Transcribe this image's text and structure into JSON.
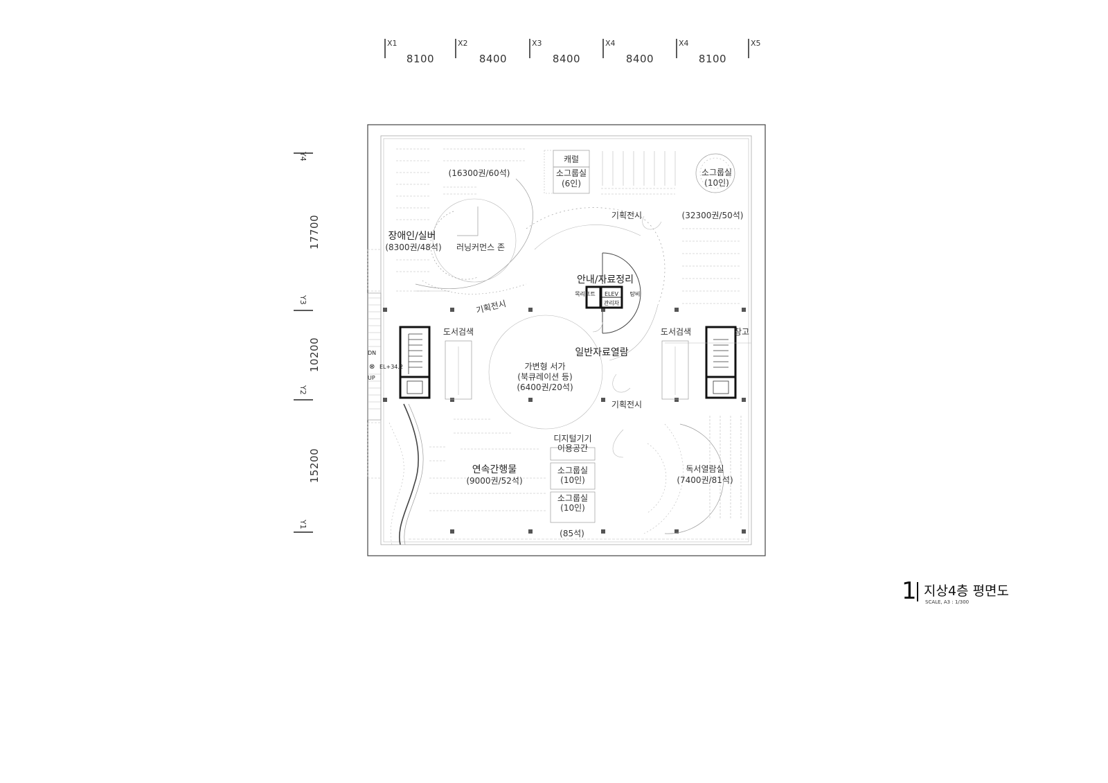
{
  "grid": {
    "x_axes": [
      "X1",
      "X2",
      "X3",
      "X4",
      "X4",
      "X5"
    ],
    "x_spans": [
      "8100",
      "8400",
      "8400",
      "8400",
      "8100"
    ],
    "y_axes": [
      "Y4",
      "Y3",
      "Y2",
      "Y1"
    ],
    "y_spans": [
      "17700",
      "10200",
      "15200"
    ]
  },
  "rooms": {
    "carrel": "캐럴",
    "small_group_room_top": "소그룹실",
    "small_group_room_top_cap": "(6인)",
    "small_group_room_circle": "소그룹실",
    "small_group_room_circle_cap": "(10인)",
    "collection_top_left": "(16300권/60석)",
    "collection_top_right": "(32300권/50석)",
    "disabled_senior": "장애인/실버",
    "disabled_senior_cap": "(8300권/48석)",
    "learning_commons": "러닝커먼스 존",
    "exhibit_1": "기획전시",
    "exhibit_2": "기획전시",
    "exhibit_3": "기획전시",
    "info_desk": "안내/자료정리",
    "rest_room": "목리프트",
    "elev": "ELEV",
    "manager": "관리자",
    "pantry": "탕비",
    "book_search_left": "도서검색",
    "book_search_right": "도서검색",
    "storage": "창고",
    "general_reading": "일반자료열람",
    "movable_shelf": "가변형 서가",
    "movable_shelf_sub": "(북큐레이션 등)",
    "movable_shelf_cap": "(6400권/20석)",
    "dn": "DN",
    "up": "UP",
    "elevation": "EL+34.2",
    "digital_device": "디지털기기",
    "digital_device_sub": "이용공간",
    "small_group_room_mid": "소그룹실",
    "small_group_room_mid_cap": "(10인)",
    "small_group_room_low": "소그룹실",
    "small_group_room_low_cap": "(10인)",
    "periodicals": "연속간행물",
    "periodicals_cap": "(9000권/52석)",
    "reading_room": "독서열람실",
    "reading_room_cap": "(7400권/81석)",
    "bottom_seats": "(85석)"
  },
  "title": {
    "number": "1",
    "name": "지상4층 평면도",
    "scale": "SCALE, A3 : 1/300"
  }
}
